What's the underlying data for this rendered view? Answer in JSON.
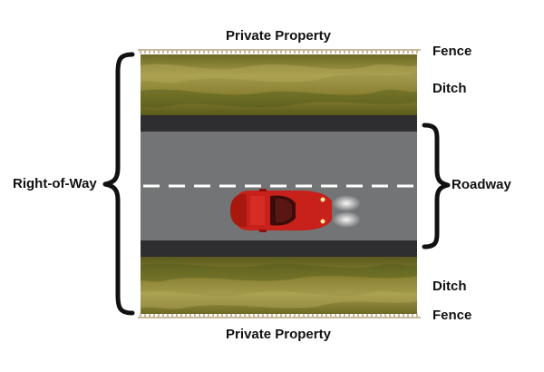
{
  "labels": {
    "top_property": "Private Property",
    "bottom_property": "Private Property",
    "top_fence": "Fence",
    "bottom_fence": "Fence",
    "top_ditch": "Ditch",
    "bottom_ditch": "Ditch",
    "roadway": "Roadway",
    "right_of_way": "Right-of-Way"
  },
  "colors": {
    "asphalt": "#737475",
    "shoulder": "#2e2e30",
    "lane_line": "#ffffff",
    "grass_dark": "#5e5f1e",
    "grass_light": "#a39a45",
    "car_body": "#c8201a",
    "fence": "#c9b79a",
    "bracket": "#111111"
  },
  "icons": {
    "car": "red-sports-car-icon"
  }
}
